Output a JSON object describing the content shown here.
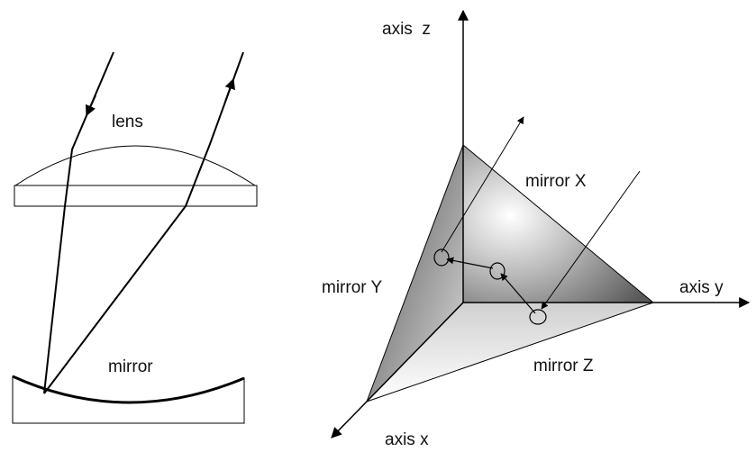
{
  "left_diagram": {
    "lens_label": "lens",
    "mirror_label": "mirror"
  },
  "right_diagram": {
    "axis_z_label": "axis  z",
    "axis_y_label": "axis y",
    "axis_x_label": "axis x",
    "mirror_x_label": "mirror X",
    "mirror_y_label": "mirror Y",
    "mirror_z_label": "mirror Z"
  },
  "colors": {
    "line": "#000000",
    "shade_dark": "#6e6e6e",
    "shade_light": "#f4f4f4"
  }
}
